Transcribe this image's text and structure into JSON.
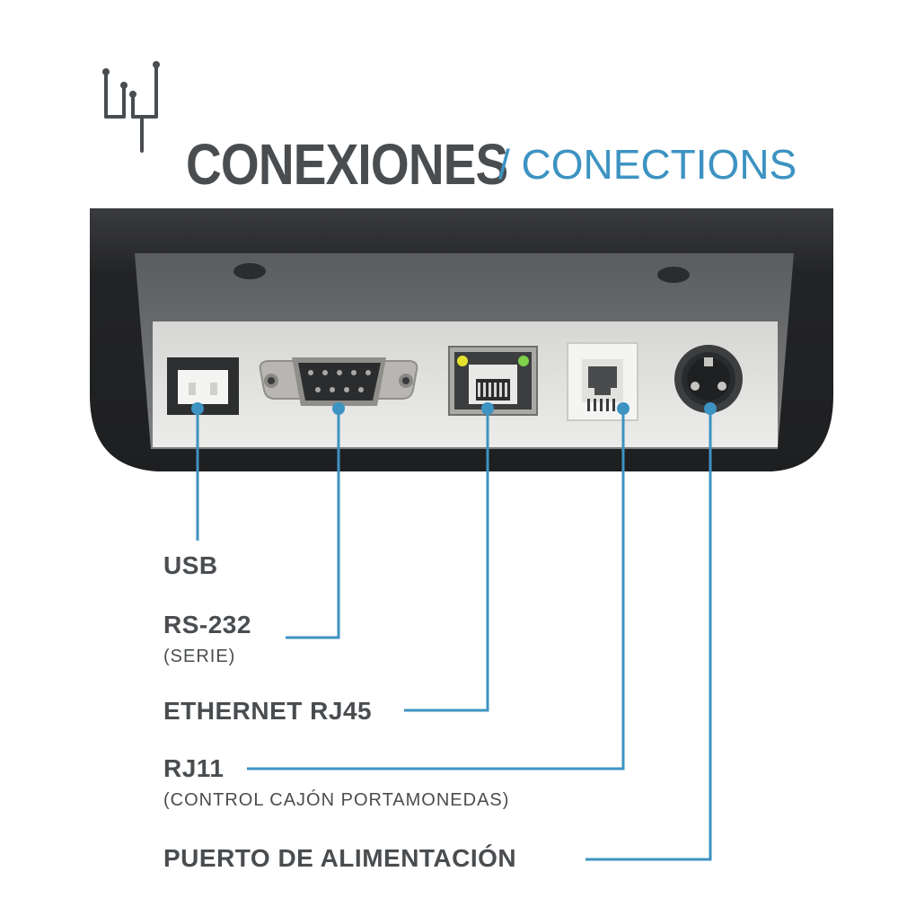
{
  "header": {
    "title": "CONEXIONES",
    "subtitle": "/ CONECTIONS",
    "icon": "circuit-icon",
    "title_color": "#4a4d50",
    "accent_color": "#3d93c2"
  },
  "device": {
    "body_color": "#2a2b2d",
    "panel_color": "#e4e4e2",
    "ports": [
      {
        "id": "usb",
        "icon": "usb-b-port-icon"
      },
      {
        "id": "rs232",
        "icon": "db9-serial-port-icon"
      },
      {
        "id": "rj45",
        "icon": "ethernet-rj45-port-icon"
      },
      {
        "id": "rj11",
        "icon": "rj11-port-icon"
      },
      {
        "id": "power",
        "icon": "din-power-port-icon"
      }
    ]
  },
  "labels": [
    {
      "id": "usb",
      "title": "USB",
      "subtitle": ""
    },
    {
      "id": "rs232",
      "title": "RS-232",
      "subtitle": "(SERIE)"
    },
    {
      "id": "rj45",
      "title": "ETHERNET RJ45",
      "subtitle": ""
    },
    {
      "id": "rj11",
      "title": "RJ11",
      "subtitle": "(CONTROL CAJÓN PORTAMONEDAS)"
    },
    {
      "id": "power",
      "title": "PUERTO DE ALIMENTACIÓN",
      "subtitle": ""
    }
  ]
}
